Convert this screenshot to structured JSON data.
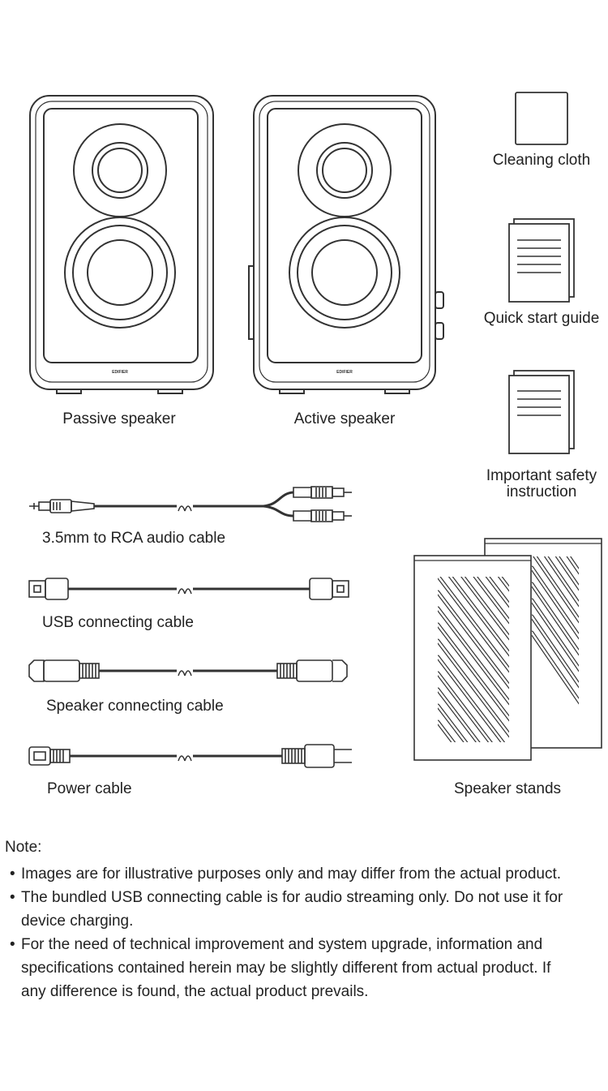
{
  "items": {
    "cleaning_cloth": "Cleaning cloth",
    "quick_start_guide": "Quick start guide",
    "safety_instruction_line1": "Important safety",
    "safety_instruction_line2": "instruction",
    "passive_speaker": "Passive speaker",
    "active_speaker": "Active speaker",
    "rca_cable": "3.5mm to RCA audio cable",
    "usb_cable": "USB connecting cable",
    "speaker_cable": "Speaker connecting cable",
    "power_cable": "Power cable",
    "speaker_stands": "Speaker stands"
  },
  "speaker_brand": "EDIFIER",
  "note": {
    "title": "Note:",
    "bullets": [
      "Images are for illustrative purposes only and may differ from the actual product.",
      "The bundled USB connecting cable is for audio streaming only. Do not use it for device charging.",
      "For the need of technical improvement and system upgrade, information and specifications contained herein may be slightly different from actual product. If any difference is found, the actual product prevails."
    ]
  }
}
